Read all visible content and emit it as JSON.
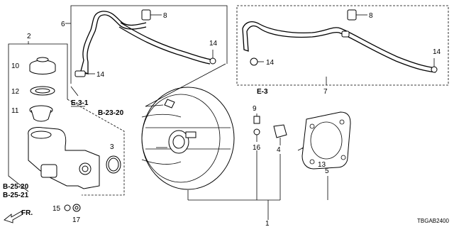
{
  "diagram": {
    "callouts": [
      "1",
      "2",
      "3",
      "4",
      "5",
      "6",
      "7",
      "8",
      "8",
      "9",
      "10",
      "11",
      "12",
      "13",
      "14",
      "14",
      "14",
      "15",
      "16",
      "17"
    ],
    "section_refs": [
      "E-3-1",
      "B-23-20",
      "E-3",
      "B-25-20",
      "B-25-21"
    ],
    "direction_label": "FR.",
    "diagram_code": "TBGAB2400"
  }
}
